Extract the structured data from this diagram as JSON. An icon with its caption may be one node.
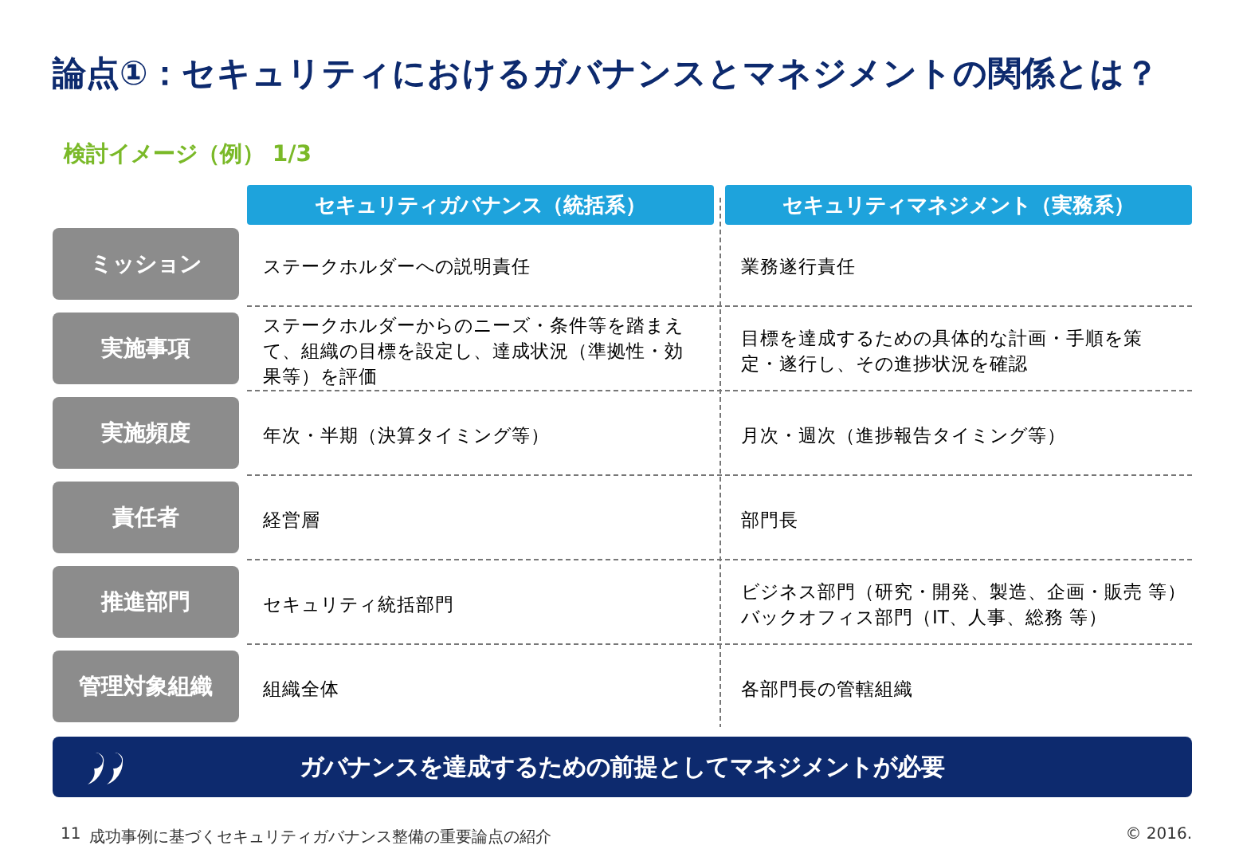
{
  "diagram": {
    "title": "論点①：セキュリティにおけるガバナンスとマネジメントの関係とは？",
    "nodes": [
      {
        "text": [
          "セキュリティガバナンス（統括系）"
        ]
      },
      {
        "text": [
          "セキュリティマネジメント（実務系）"
        ]
      },
      {
        "text": [
          "ミッション"
        ]
      },
      {
        "text": [
          "実施事項"
        ]
      },
      {
        "text": [
          "実施頻度"
        ]
      },
      {
        "text": [
          "責任者"
        ]
      },
      {
        "text": [
          "推進部門"
        ]
      },
      {
        "text": [
          "管理対象組織"
        ]
      },
      {
        "text": [
          "ガバナンスを達成するための前提としてマネジメントが必要"
        ]
      }
    ],
    "labels": [
      "検討イメージ（例） 1/3",
      "ステークホルダーへの説明責任",
      "業務遂行責任",
      "ステークホルダーからのニーズ・条件等を踏まえて、組織の目標を設定し、達成状況（準拠性・効果等）を評価",
      "目標を達成するための具体的な計画・手順を策定・遂行し、その進捗状況を確認",
      "年次・半期（決算タイミング等）",
      "月次・週次（進捗報告タイミング等）",
      "経営層",
      "部門長",
      "セキュリティ統括部門",
      "ビジネス部門（研究・開発、製造、企画・販売 等）",
      "バックオフィス部門（IT、人事、総務 等）",
      "組織全体",
      "各部門長の管轄組織",
      "11",
      "成功事例に基づくセキュリティガバナンス整備の重要論点の紹介",
      "© 2016."
    ]
  }
}
